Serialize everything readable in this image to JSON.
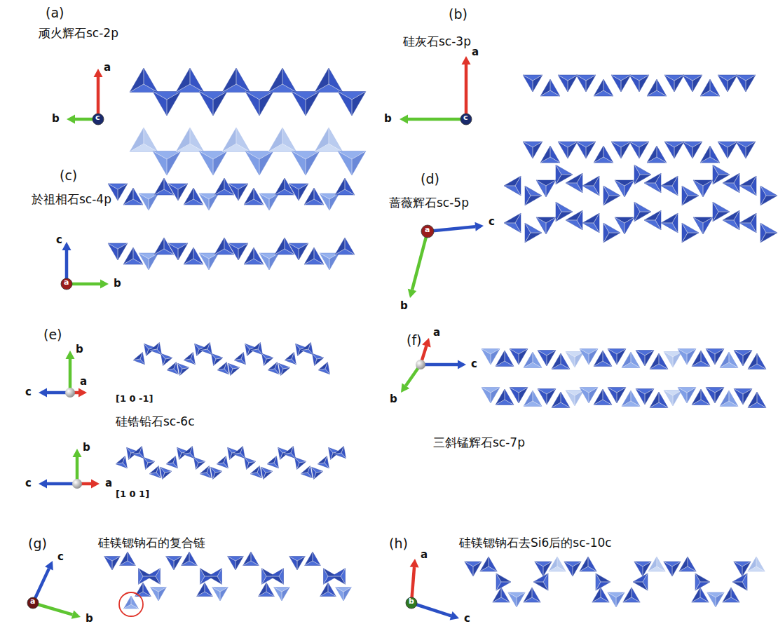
{
  "diagram": {
    "labels": [
      "(a)",
      "顽火辉石sc-2p",
      "a",
      "b",
      "c",
      "(b)",
      "硅灰石sc-3p",
      "a",
      "b",
      "c",
      "(c)",
      "於祖相石sc-4p",
      "c",
      "a",
      "b",
      "(d)",
      "蔷薇辉石sc-5p",
      "a",
      "c",
      "b",
      "(e)",
      "b",
      "c",
      "a",
      "[1 0 -1]",
      "硅锆铅石sc-6c",
      "b",
      "c",
      "a",
      "[1 0 1]",
      "(f)",
      "a",
      "c",
      "b",
      "三斜锰辉石sc-7p",
      "(g)",
      "c",
      "硅镁锶钠石的复合链",
      "a",
      "b",
      "(h)",
      "硅镁锶钠石去Si6后的sc-10c",
      "a",
      "b",
      "c"
    ]
  }
}
